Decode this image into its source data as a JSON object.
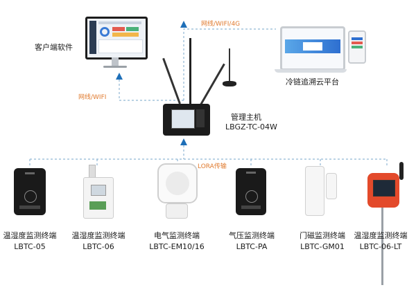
{
  "client": {
    "label": "客户端软件"
  },
  "cloud": {
    "label": "冷链追溯云平台"
  },
  "host": {
    "name": "管理主机",
    "model": "LBGZ-TC-04W"
  },
  "links": {
    "to_cloud": "网线/WIFI/4G",
    "to_client": "网线/WIFI",
    "to_devices": "LORA传输"
  },
  "devices": [
    {
      "name": "温湿度监测终端",
      "model": "LBTC-05"
    },
    {
      "name": "温湿度监测终端",
      "model": "LBTC-06"
    },
    {
      "name": "电气监测终端",
      "model": "LBTC-EM10/16"
    },
    {
      "name": "气压监测终端",
      "model": "LBTC-PA"
    },
    {
      "name": "门磁监测终端",
      "model": "LBTC-GM01"
    },
    {
      "name": "温湿度监测终端",
      "model": "LBTC-06-LT"
    }
  ],
  "colors": {
    "line": "#8fb6d4",
    "arrow": "#1e6fb8",
    "accent": "#e07a2e"
  }
}
